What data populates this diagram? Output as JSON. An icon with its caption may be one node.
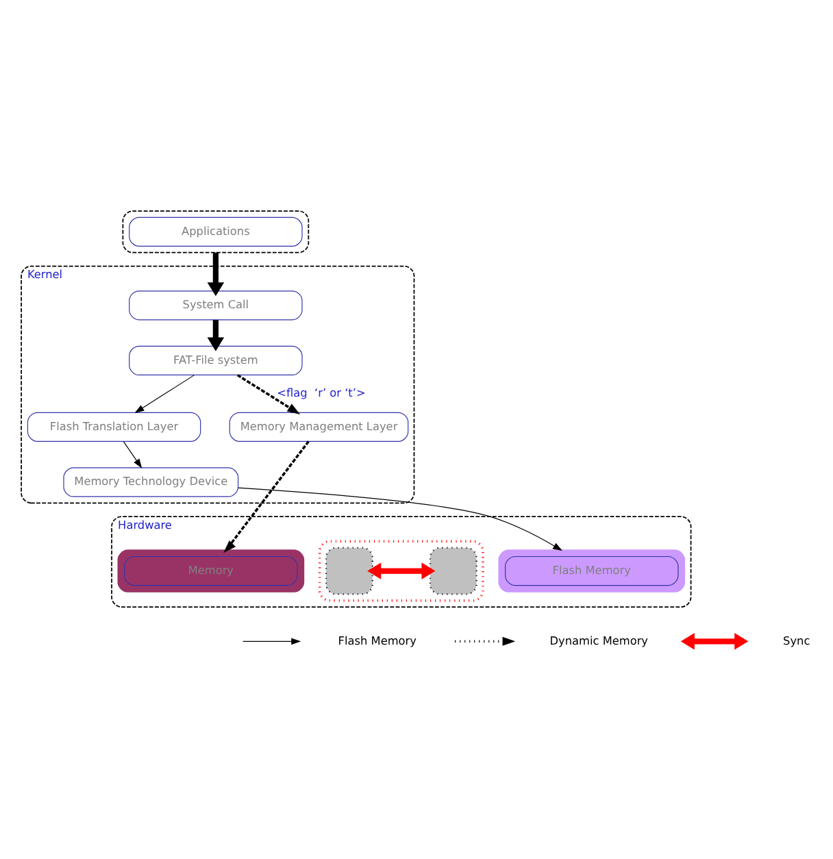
{
  "diagram": {
    "nodes": [
      {
        "text": [],
        "shape": "box"
      },
      {
        "text": [
          "Applications"
        ],
        "in": 0
      },
      {
        "text": [
          "Kernel"
        ]
      },
      {
        "text": [
          "System Call"
        ],
        "in": 2
      },
      {
        "text": [
          "FAT-File system"
        ],
        "in": 2
      },
      {
        "text": [
          "Flash Translation Layer"
        ],
        "in": 2
      },
      {
        "text": [
          "Memory Management Layer"
        ],
        "in": 2
      },
      {
        "text": [
          "Memory Technology Device"
        ],
        "in": 2
      },
      {
        "text": [
          "Hardware"
        ]
      },
      {
        "text": [],
        "shape": "bar",
        "in": 8
      },
      {
        "text": [
          "Flash Memory"
        ],
        "in": 9
      },
      {
        "text": [],
        "shape": "bar",
        "in": 8
      },
      {
        "text": [
          "Memory"
        ],
        "in": 11
      },
      {
        "text": [],
        "shape": "box",
        "in": 8
      },
      {
        "text": [],
        "shape": "box",
        "in": 13
      },
      {
        "text": [],
        "shape": "box",
        "in": 13
      }
    ],
    "edges": [
      {
        "from": 0,
        "to": 3,
        "arrow": "to",
        "style": "thick"
      },
      {
        "from": 3,
        "to": 4,
        "arrow": "to",
        "style": "thick"
      },
      {
        "from": 4,
        "to": 5,
        "arrow": "to"
      },
      {
        "from": 4,
        "to": 6,
        "arrow": "to",
        "style": "dashed",
        "label": "<flag  ‘r’ or ‘t’>"
      },
      {
        "from": 5,
        "to": 7,
        "arrow": "to"
      },
      {
        "from": 7,
        "to": 9,
        "arrow": "to"
      },
      {
        "from": 6,
        "to": 11,
        "arrow": "to",
        "style": "dashed"
      },
      {
        "from": 14,
        "to": 15,
        "arrow": "both",
        "style": "thick",
        "color": "#ff0000"
      }
    ],
    "legend": [
      {
        "text": "Flash Memory"
      },
      {
        "text": "Dynamic Memory"
      },
      {
        "text": "Sync"
      }
    ]
  }
}
